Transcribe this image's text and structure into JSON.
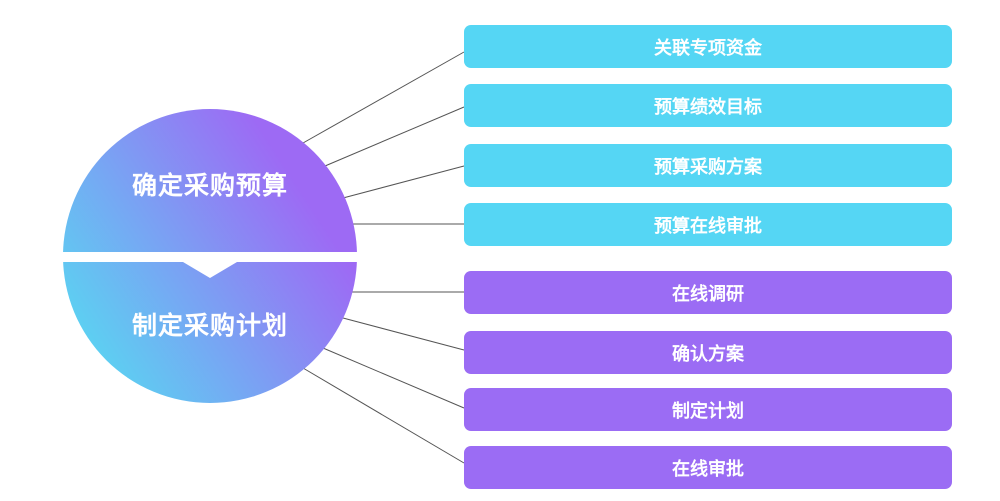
{
  "center": {
    "top_label": "确定采购预算",
    "bottom_label": "制定采购计划"
  },
  "budget_steps": [
    "关联专项资金",
    "预算绩效目标",
    "预算采购方案",
    "预算在线审批"
  ],
  "plan_steps": [
    "在线调研",
    "确认方案",
    "制定计划",
    "在线审批"
  ],
  "colors": {
    "cyan": "#55d6f4",
    "purple": "#9b6cf4"
  }
}
